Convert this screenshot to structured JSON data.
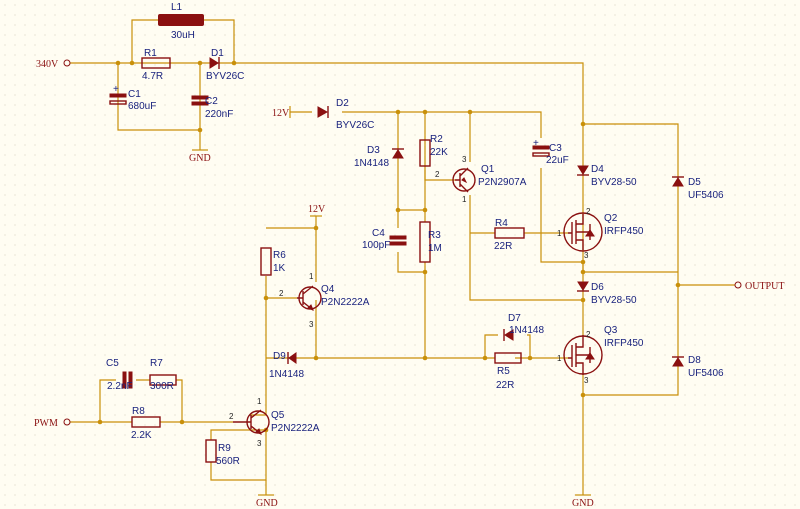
{
  "nets": {
    "hv": "340V",
    "v12_top": "12V",
    "v12_left": "12V",
    "gnd_a": "GND",
    "gnd_b": "GND",
    "gnd_c": "GND"
  },
  "ports": {
    "hv": "340V",
    "pwm": "PWM",
    "output": "OUTPUT"
  },
  "components": {
    "L1": {
      "ref": "L1",
      "value": "30uH"
    },
    "R1": {
      "ref": "R1",
      "value": "4.7R"
    },
    "D1": {
      "ref": "D1",
      "value": "BYV26C"
    },
    "C1": {
      "ref": "C1",
      "value": "680uF"
    },
    "C2": {
      "ref": "C2",
      "value": "220nF"
    },
    "D2": {
      "ref": "D2",
      "value": "BYV26C"
    },
    "D3": {
      "ref": "D3",
      "value": "1N4148"
    },
    "R2": {
      "ref": "R2",
      "value": "22K"
    },
    "Q1": {
      "ref": "Q1",
      "value": "P2N2907A"
    },
    "C3": {
      "ref": "C3",
      "value": "22uF"
    },
    "D4": {
      "ref": "D4",
      "value": "BYV28-50"
    },
    "D5": {
      "ref": "D5",
      "value": "UF5406"
    },
    "C4": {
      "ref": "C4",
      "value": "100pF"
    },
    "R3": {
      "ref": "R3",
      "value": "1M"
    },
    "R4": {
      "ref": "R4",
      "value": "22R"
    },
    "Q2": {
      "ref": "Q2",
      "value": "IRFP450"
    },
    "R6": {
      "ref": "R6",
      "value": "1K"
    },
    "Q4": {
      "ref": "Q4",
      "value": "P2N2222A"
    },
    "D6": {
      "ref": "D6",
      "value": "BYV28-50"
    },
    "D7": {
      "ref": "D7",
      "value": "1N4148"
    },
    "Q3": {
      "ref": "Q3",
      "value": "IRFP450"
    },
    "D9": {
      "ref": "D9",
      "value": "1N4148"
    },
    "R5": {
      "ref": "R5",
      "value": "22R"
    },
    "D8": {
      "ref": "D8",
      "value": "UF5406"
    },
    "C5": {
      "ref": "C5",
      "value": "2.2nF"
    },
    "R7": {
      "ref": "R7",
      "value": "300R"
    },
    "R8": {
      "ref": "R8",
      "value": "2.2K"
    },
    "Q5": {
      "ref": "Q5",
      "value": "P2N2222A"
    },
    "R9": {
      "ref": "R9",
      "value": "560R"
    }
  },
  "pins": {
    "p1": "1",
    "p2": "2",
    "p3": "3"
  }
}
